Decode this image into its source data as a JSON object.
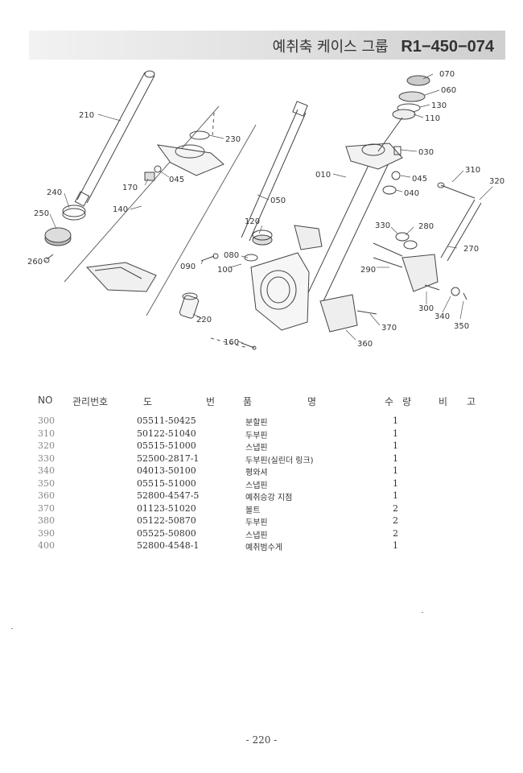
{
  "header": {
    "title_kr": "예취축 케이스 그룹",
    "code": "R1−450−074"
  },
  "diagram": {
    "labels": {
      "l070": "070",
      "l060": "060",
      "l130": "130",
      "l110": "110",
      "l210": "210",
      "l230": "230",
      "l030": "030",
      "l010": "010",
      "l045a": "045",
      "l045b": "045",
      "l170": "170",
      "l040": "040",
      "l310": "310",
      "l320": "320",
      "l240": "240",
      "l050": "050",
      "l250": "250",
      "l140": "140",
      "l120": "120",
      "l330": "330",
      "l280": "280",
      "l270": "270",
      "l260": "260",
      "l090": "090",
      "l080": "080",
      "l100": "100",
      "l290": "290",
      "l300": "300",
      "l340": "340",
      "l350": "350",
      "l220": "220",
      "l370": "370",
      "l160": "160",
      "l360": "360"
    }
  },
  "table": {
    "headers": {
      "no": "NO",
      "mgmt": "관리번호",
      "drawing_1": "도",
      "drawing_2": "번",
      "item_1": "품",
      "item_2": "명",
      "qty_1": "수",
      "qty_2": "량",
      "note_1": "비",
      "note_2": "고"
    },
    "rows": [
      {
        "no": "300",
        "code": "05511-50425",
        "name": "분할핀",
        "qty": "1"
      },
      {
        "no": "310",
        "code": "50122-51040",
        "name": "두부핀",
        "qty": "1"
      },
      {
        "no": "320",
        "code": "05515-51000",
        "name": "스냅핀",
        "qty": "1"
      },
      {
        "no": "330",
        "code": "52500-2817-1",
        "name": "두부핀(실린더 링크)",
        "qty": "1"
      },
      {
        "no": "340",
        "code": "04013-50100",
        "name": "평와셔",
        "qty": "1"
      },
      {
        "no": "350",
        "code": "05515-51000",
        "name": "스냅핀",
        "qty": "1"
      },
      {
        "no": "360",
        "code": "52800-4547-5",
        "name": "예취승강 지점",
        "qty": "1"
      },
      {
        "no": "370",
        "code": "01123-51020",
        "name": "볼트",
        "qty": "2"
      },
      {
        "no": "380",
        "code": "05122-50870",
        "name": "두부핀",
        "qty": "2"
      },
      {
        "no": "390",
        "code": "05525-50800",
        "name": "스냅핀",
        "qty": "2"
      },
      {
        "no": "400",
        "code": "52800-4548-1",
        "name": "예취범수게",
        "qty": "1"
      }
    ]
  },
  "footer": {
    "page": "- 220 -"
  }
}
